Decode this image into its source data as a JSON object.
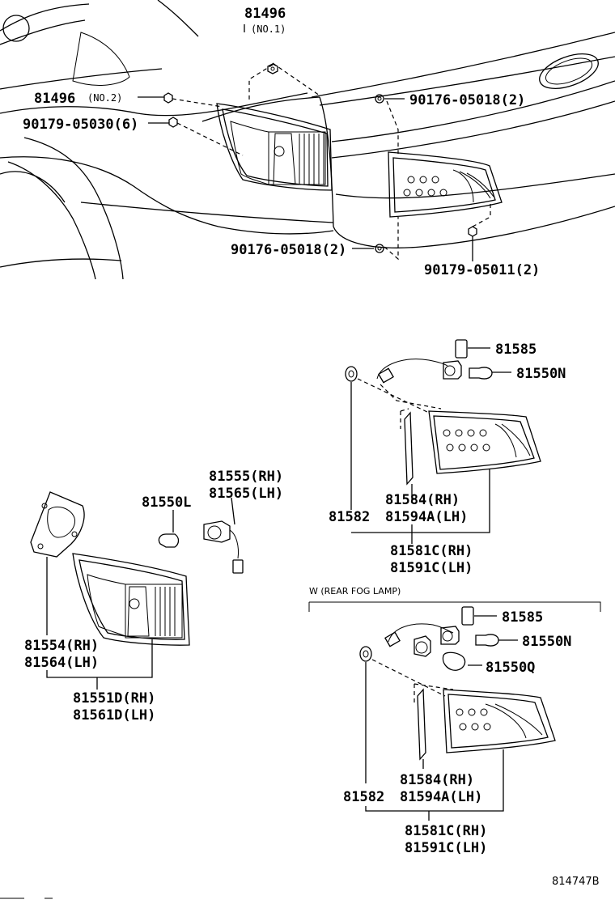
{
  "diagram": {
    "reference_id": "814747B",
    "section_header": "W  (REAR FOG LAMP)",
    "labels": {
      "p81496_no1_num": "81496",
      "p81496_no1_sub": "(NO.1)",
      "p81496_no2_num": "81496",
      "p81496_no2_sub": "(NO.2)",
      "p90179_05030": "90179-05030(6)",
      "p90176_05018_top": "90176-05018(2)",
      "p90176_05018_bot": "90176-05018(2)",
      "p90179_05011": "90179-05011(2)",
      "p81585_a": "81585",
      "p81550N_a": "81550N",
      "p81584_a": "81584(RH)",
      "p81582_a": "81582",
      "p81594A_a": "81594A(LH)",
      "p81581C_a": "81581C(RH)",
      "p81591C_a": "81591C(LH)",
      "p81555": "81555(RH)",
      "p81565": "81565(LH)",
      "p81550L": "81550L",
      "p81554": "81554(RH)",
      "p81564": "81564(LH)",
      "p81551D": "81551D(RH)",
      "p81561D": "81561D(LH)",
      "p81585_b": "81585",
      "p81550N_b": "81550N",
      "p81550Q": "81550Q",
      "p81584_b": "81584(RH)",
      "p81582_b": "81582",
      "p81594A_b": "81594A(LH)",
      "p81581C_b": "81581C(RH)",
      "p81591C_b": "81591C(LH)"
    },
    "icons": [
      "vehicle-rear-body",
      "tail-lamp-outer",
      "tail-lamp-inner",
      "nut",
      "bulb",
      "socket-wire",
      "gasket"
    ]
  }
}
